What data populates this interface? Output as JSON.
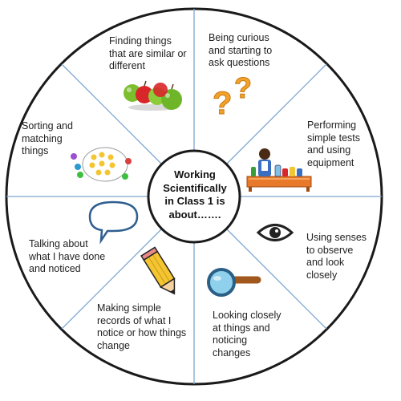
{
  "center": {
    "lines": [
      "Working",
      "Scientifically",
      "in Class 1 is",
      "about……."
    ]
  },
  "segments": [
    {
      "id": "similar-different",
      "lines": [
        "Finding things",
        "that are similar or",
        "different"
      ],
      "icon": "apples-icon"
    },
    {
      "id": "curious-questions",
      "lines": [
        "Being curious",
        "and starting to",
        "ask questions"
      ],
      "icon": "question-marks-icon"
    },
    {
      "id": "simple-tests",
      "lines": [
        "Performing",
        "simple tests",
        "and using",
        "equipment"
      ],
      "icon": "scientist-icon"
    },
    {
      "id": "using-senses",
      "lines": [
        "Using senses",
        "to observe",
        "and look",
        "closely"
      ],
      "icon": "eye-icon"
    },
    {
      "id": "looking-closely",
      "lines": [
        "Looking closely",
        "at things and",
        "noticing",
        "changes"
      ],
      "icon": "magnifying-glass-icon"
    },
    {
      "id": "simple-records",
      "lines": [
        "Making simple",
        "records of what I",
        "notice or how things",
        "change"
      ],
      "icon": "pencil-icon"
    },
    {
      "id": "talking-about",
      "lines": [
        "Talking about",
        "what I have done",
        "and noticed"
      ],
      "icon": "speech-bubble-icon"
    },
    {
      "id": "sorting-matching",
      "lines": [
        "Sorting and",
        "matching",
        "things"
      ],
      "icon": "sorting-bears-icon"
    }
  ],
  "colors": {
    "outline": "#1a1a1a",
    "divider": "#7fa8d0",
    "bubble": "#2f5f8f",
    "pencil_body": "#f4c531",
    "apple_red": "#d8262a",
    "apple_green": "#7bbf2f",
    "question_mark": "#f2a12b",
    "magnifier_lens": "#8fd0ec",
    "magnifier_handle": "#a0581f",
    "bench": "#e8782a"
  }
}
